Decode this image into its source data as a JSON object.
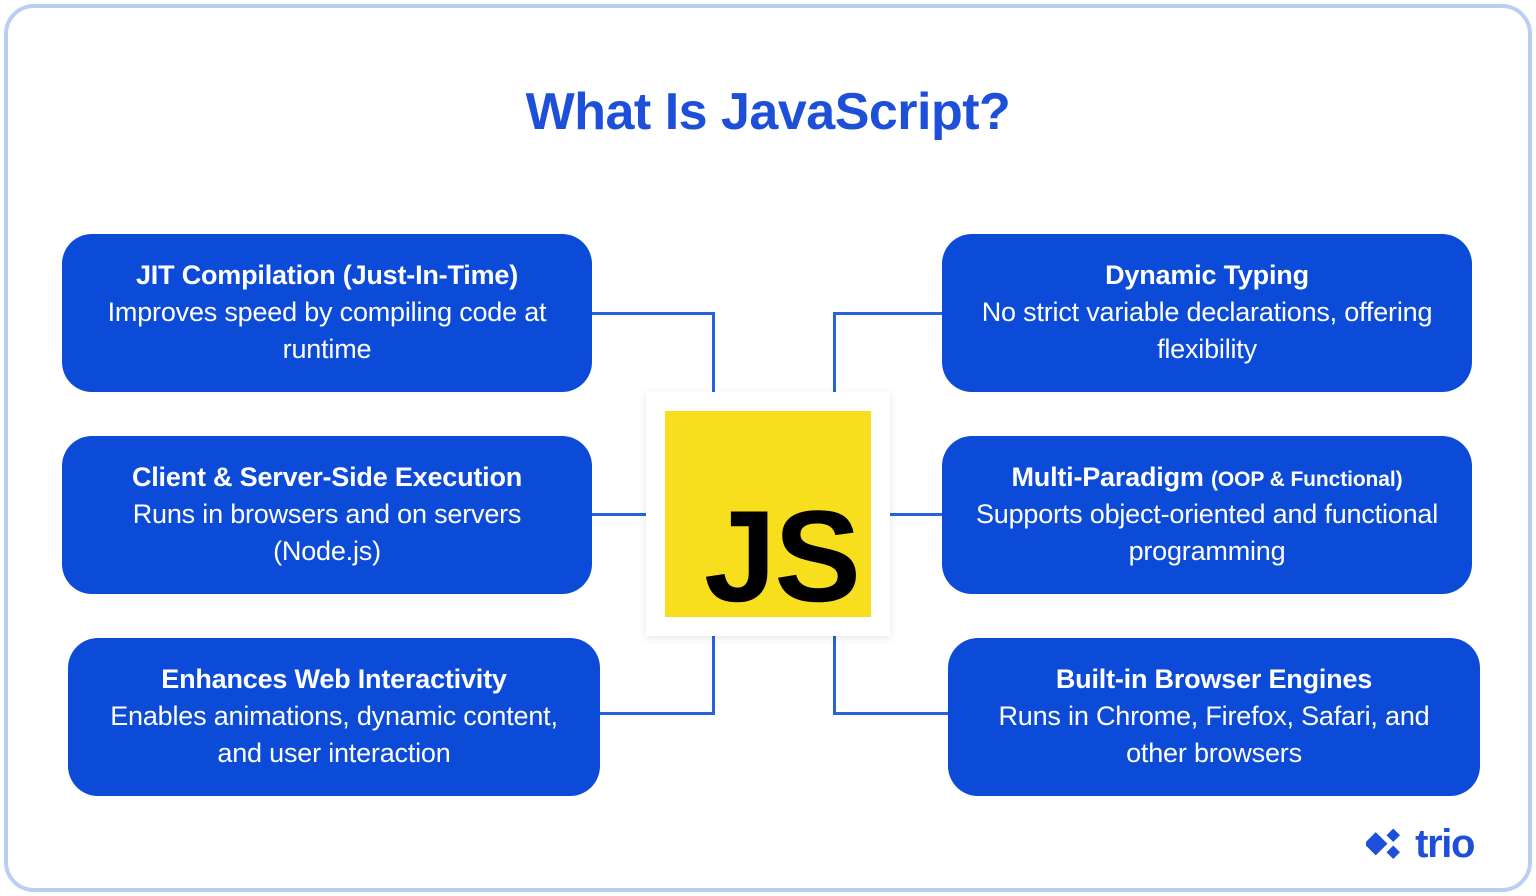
{
  "page": {
    "title": "What Is JavaScript?",
    "accent_blue": "#1d4fd8",
    "card_blue": "#0c4bd8",
    "connector_blue": "#2563df",
    "frame_blue": "#bccdf2",
    "js_yellow": "#f7df1e",
    "background": "#ffffff"
  },
  "center": {
    "logo_label": "JS",
    "logo_name": "javascript-logo"
  },
  "cards": {
    "left": [
      {
        "title": "JIT Compilation (Just-In-Time)",
        "title_suffix": "",
        "desc": "Improves speed by compiling code at runtime"
      },
      {
        "title": "Client & Server-Side Execution",
        "title_suffix": "",
        "desc": "Runs in browsers and on servers (Node.js)"
      },
      {
        "title": "Enhances Web Interactivity",
        "title_suffix": "",
        "desc": "Enables animations, dynamic content, and user interaction"
      }
    ],
    "right": [
      {
        "title": "Dynamic Typing",
        "title_suffix": "",
        "desc": "No strict variable declarations, offering flexibility"
      },
      {
        "title": "Multi-Paradigm",
        "title_suffix": "(OOP & Functional)",
        "desc": "Supports object-oriented and functional programming"
      },
      {
        "title": "Built-in Browser Engines",
        "title_suffix": "",
        "desc": "Runs in Chrome, Firefox, Safari, and other browsers"
      }
    ]
  },
  "brand": {
    "name": "trio",
    "mark": "trio-diamond-mark"
  }
}
